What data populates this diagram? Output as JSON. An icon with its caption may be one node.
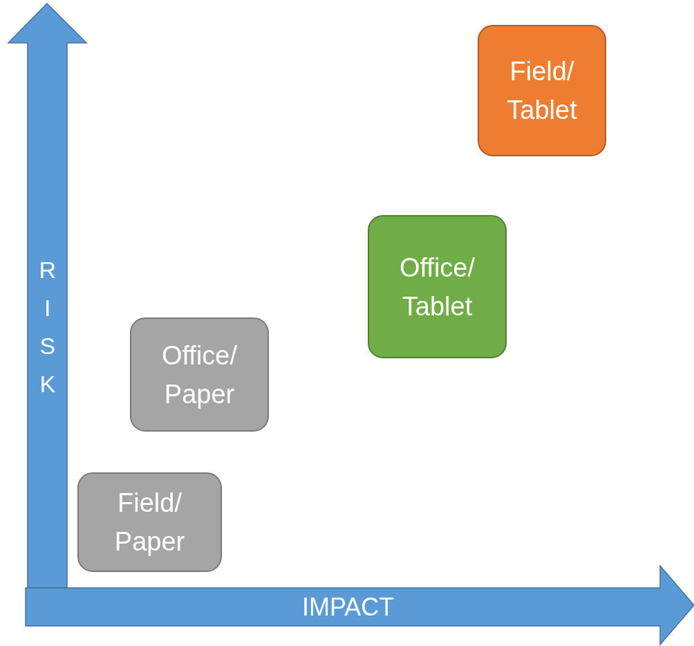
{
  "diagram": {
    "nodes": [
      {
        "text": [
          "RISK"
        ]
      },
      {
        "text": [
          "IMPACT"
        ]
      },
      {
        "text": [
          "Field/ Tablet"
        ]
      },
      {
        "text": [
          "Office/ Tablet"
        ]
      },
      {
        "text": [
          "Office/ Paper"
        ]
      },
      {
        "text": [
          "Field/ Paper"
        ]
      }
    ]
  }
}
